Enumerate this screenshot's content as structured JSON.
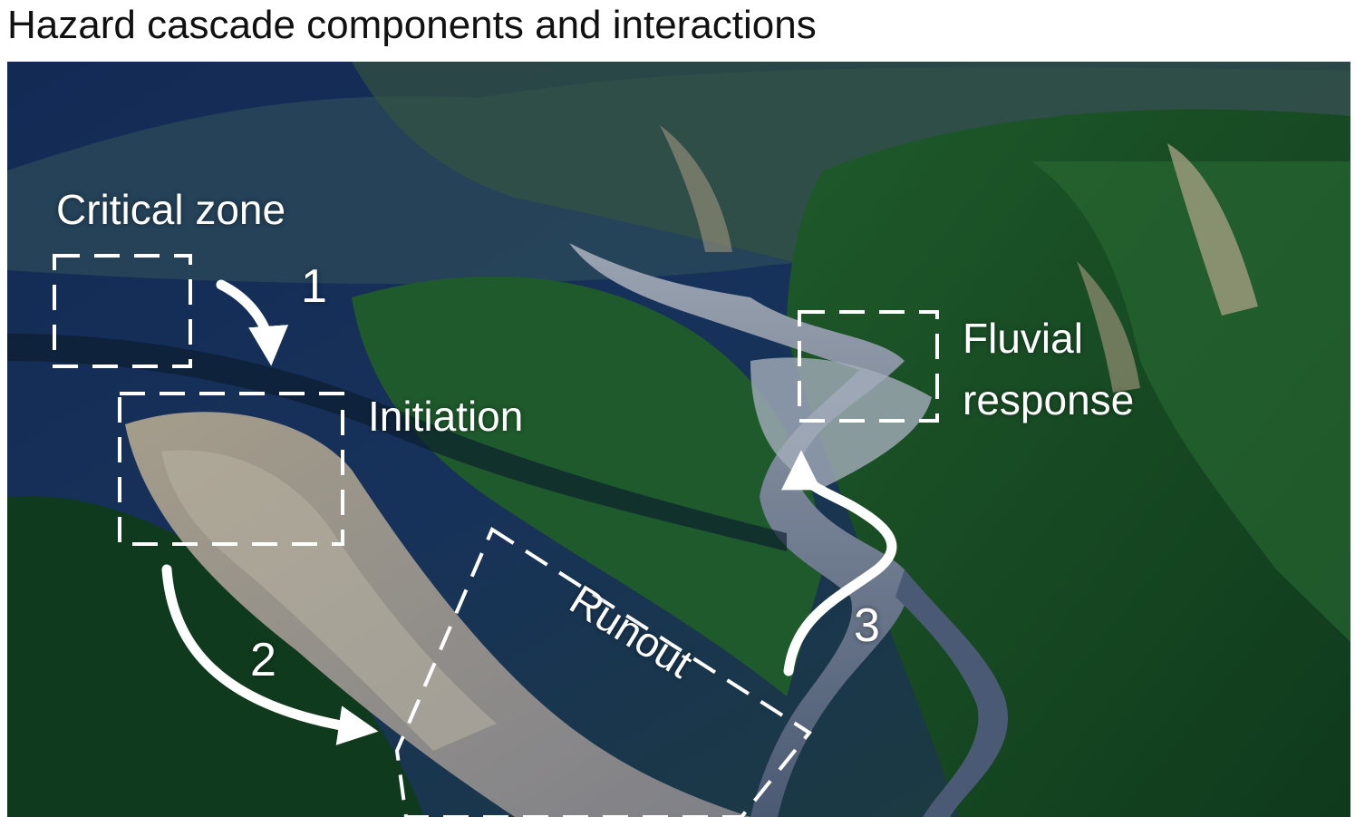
{
  "figure": {
    "title": "Hazard cascade components and interactions"
  },
  "labels": {
    "critical_zone": "Critical zone",
    "initiation": "Initiation",
    "runout": "Runout",
    "fluvial_response_line1": "Fluvial",
    "fluvial_response_line2": "response"
  },
  "steps": {
    "step1": "1",
    "step2": "2",
    "step3": "3"
  },
  "colors": {
    "overlay": "#ffffff",
    "forest": "#1f4d24",
    "deep_forest": "#0e2a17",
    "sky_shadow": "#142a52",
    "debris": "#9a968c",
    "river": "#8c95a3"
  }
}
